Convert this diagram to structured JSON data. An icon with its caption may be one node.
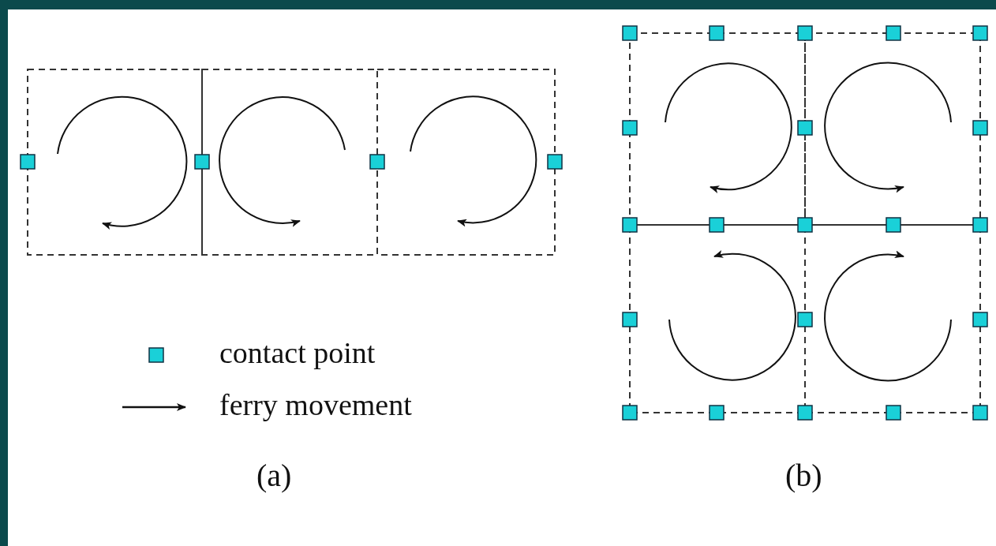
{
  "diagram": {
    "labels": [
      "(a)",
      "(b)"
    ],
    "legend": [
      {
        "text": "contact point",
        "color": "#1ad0d8"
      },
      {
        "text": "ferry movement"
      }
    ]
  }
}
